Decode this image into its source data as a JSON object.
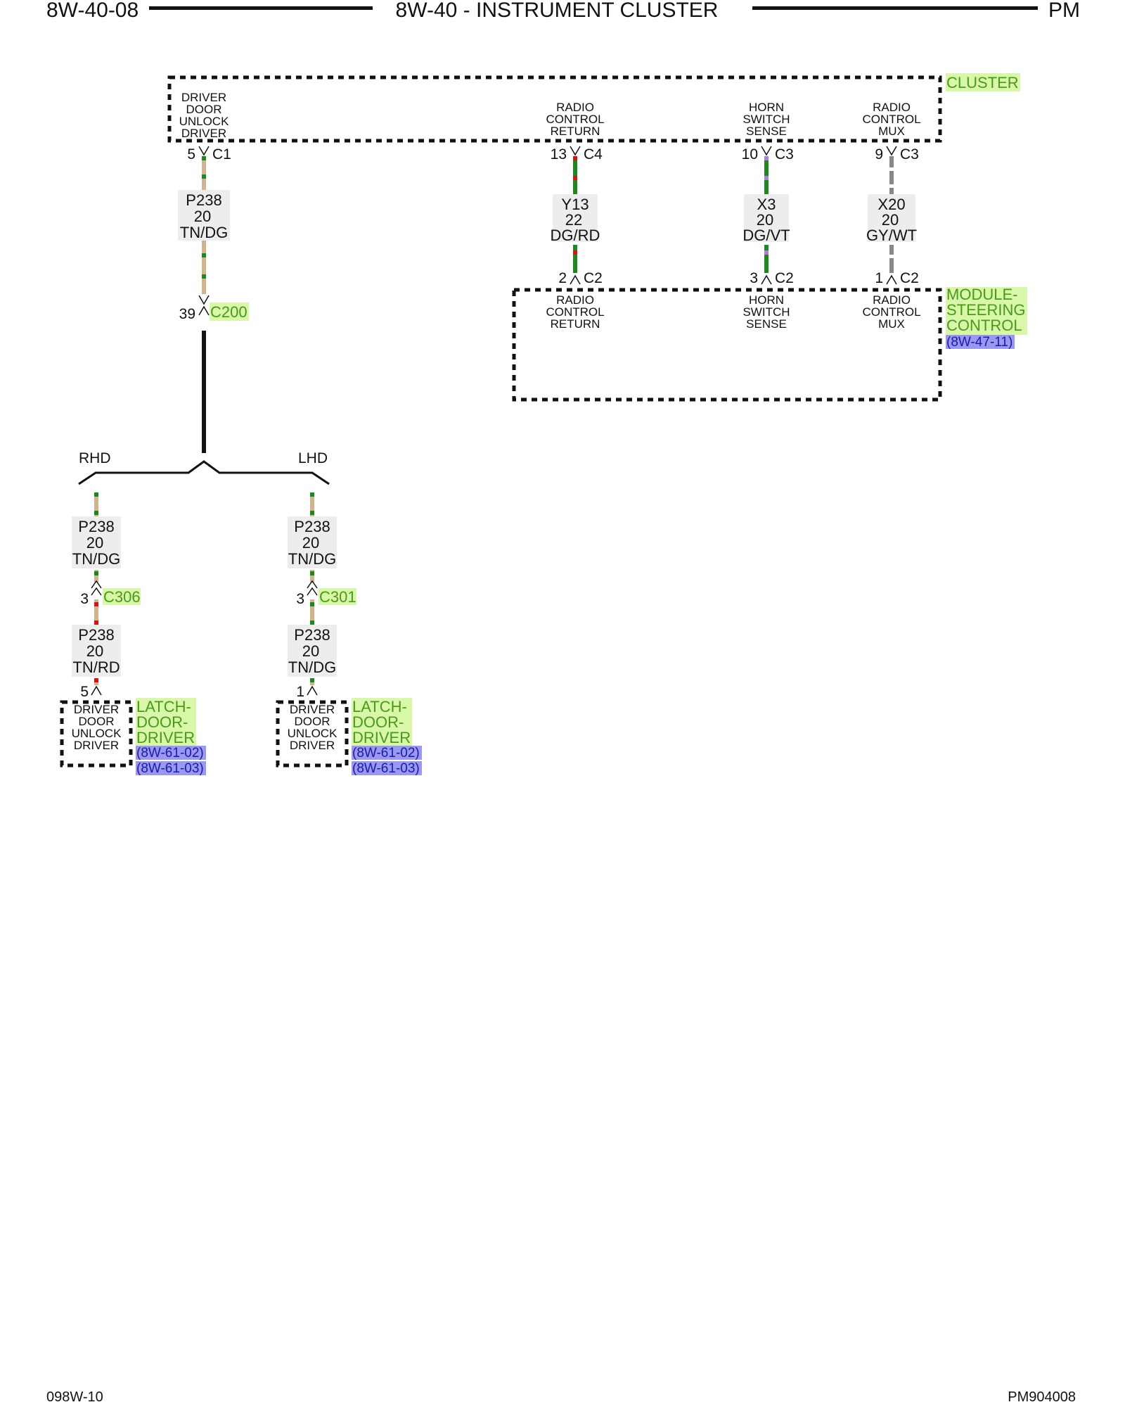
{
  "header": {
    "page_id": "8W-40-08",
    "title": "8W-40 - INSTRUMENT CLUSTER",
    "model": "PM"
  },
  "footer": {
    "left": "098W-10",
    "right": "PM904008"
  },
  "colors": {
    "wire_tan": "#d2b48c",
    "wire_dark_green": "#1a8a1a",
    "wire_red": "#dd1111",
    "wire_violet": "#b07adf",
    "wire_gray": "#888888",
    "component_label_highlight": "#d8f7a8",
    "reference_highlight": "#9a98f0"
  },
  "cluster": {
    "name": "CLUSTER",
    "pins": [
      {
        "label": [
          "DRIVER",
          "DOOR",
          "UNLOCK",
          "DRIVER"
        ],
        "pin": "5",
        "connector": "C1"
      },
      {
        "label": [
          "RADIO",
          "CONTROL",
          "RETURN"
        ],
        "pin": "13",
        "connector": "C4"
      },
      {
        "label": [
          "HORN",
          "SWITCH",
          "SENSE"
        ],
        "pin": "10",
        "connector": "C3"
      },
      {
        "label": [
          "RADIO",
          "CONTROL",
          "MUX"
        ],
        "pin": "9",
        "connector": "C3"
      }
    ]
  },
  "wires": {
    "p238_main": {
      "circuit": "P238",
      "gauge": "20",
      "color": "TN/DG"
    },
    "y13": {
      "circuit": "Y13",
      "gauge": "22",
      "color": "DG/RD"
    },
    "x3": {
      "circuit": "X3",
      "gauge": "20",
      "color": "DG/VT"
    },
    "x20": {
      "circuit": "X20",
      "gauge": "20",
      "color": "GY/WT"
    },
    "rhd_upper": {
      "circuit": "P238",
      "gauge": "20",
      "color": "TN/DG"
    },
    "rhd_lower": {
      "circuit": "P238",
      "gauge": "20",
      "color": "TN/RD"
    },
    "lhd_upper": {
      "circuit": "P238",
      "gauge": "20",
      "color": "TN/DG"
    },
    "lhd_lower": {
      "circuit": "P238",
      "gauge": "20",
      "color": "TN/DG"
    }
  },
  "c200": {
    "pin": "39",
    "connector": "C200"
  },
  "splits": {
    "rhd": "RHD",
    "lhd": "LHD"
  },
  "steering_module": {
    "name": [
      "MODULE-",
      "STEERING",
      "CONTROL"
    ],
    "ref": "(8W-47-11)",
    "pins": [
      {
        "label": [
          "RADIO",
          "CONTROL",
          "RETURN"
        ],
        "pin": "2",
        "connector": "C2"
      },
      {
        "label": [
          "HORN",
          "SWITCH",
          "SENSE"
        ],
        "pin": "3",
        "connector": "C2"
      },
      {
        "label": [
          "RADIO",
          "CONTROL",
          "MUX"
        ],
        "pin": "1",
        "connector": "C2"
      }
    ]
  },
  "rhd_branch": {
    "inline": {
      "pin": "3",
      "connector": "C306"
    },
    "end_pin": "5",
    "component": {
      "label": [
        "DRIVER",
        "DOOR",
        "UNLOCK",
        "DRIVER"
      ],
      "name": [
        "LATCH-",
        "DOOR-",
        "DRIVER"
      ],
      "refs": [
        "(8W-61-02)",
        "(8W-61-03)"
      ]
    }
  },
  "lhd_branch": {
    "inline": {
      "pin": "3",
      "connector": "C301"
    },
    "end_pin": "1",
    "component": {
      "label": [
        "DRIVER",
        "DOOR",
        "UNLOCK",
        "DRIVER"
      ],
      "name": [
        "LATCH-",
        "DOOR-",
        "DRIVER"
      ],
      "refs": [
        "(8W-61-02)",
        "(8W-61-03)"
      ]
    }
  }
}
